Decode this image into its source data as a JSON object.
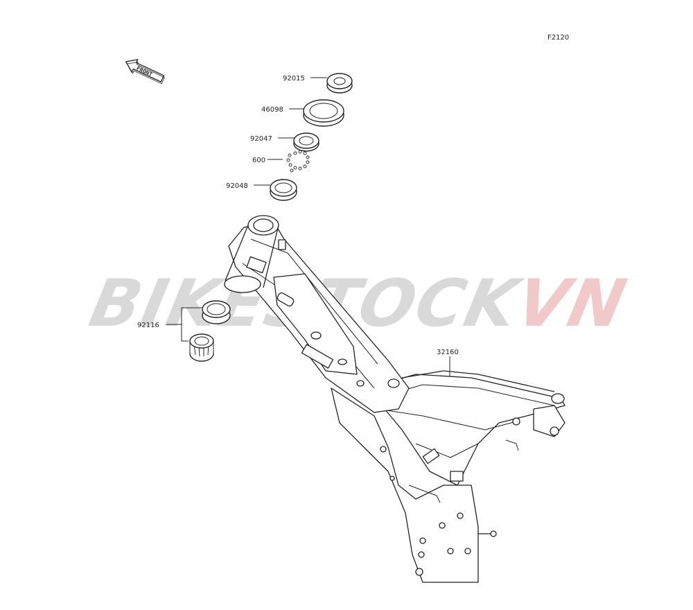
{
  "diagram": {
    "code": "F2120",
    "front_label": "FRONT",
    "watermark": {
      "part1": "BIKESTOCK",
      "part2": "VN",
      "color1": "#d9d9d9",
      "color2": "#f2c9c9"
    },
    "callouts": [
      {
        "id": "92015"
      },
      {
        "id": "46098"
      },
      {
        "id": "92047"
      },
      {
        "id": "600"
      },
      {
        "id": "92048"
      },
      {
        "id": "92116"
      },
      {
        "id": "32160"
      }
    ]
  }
}
